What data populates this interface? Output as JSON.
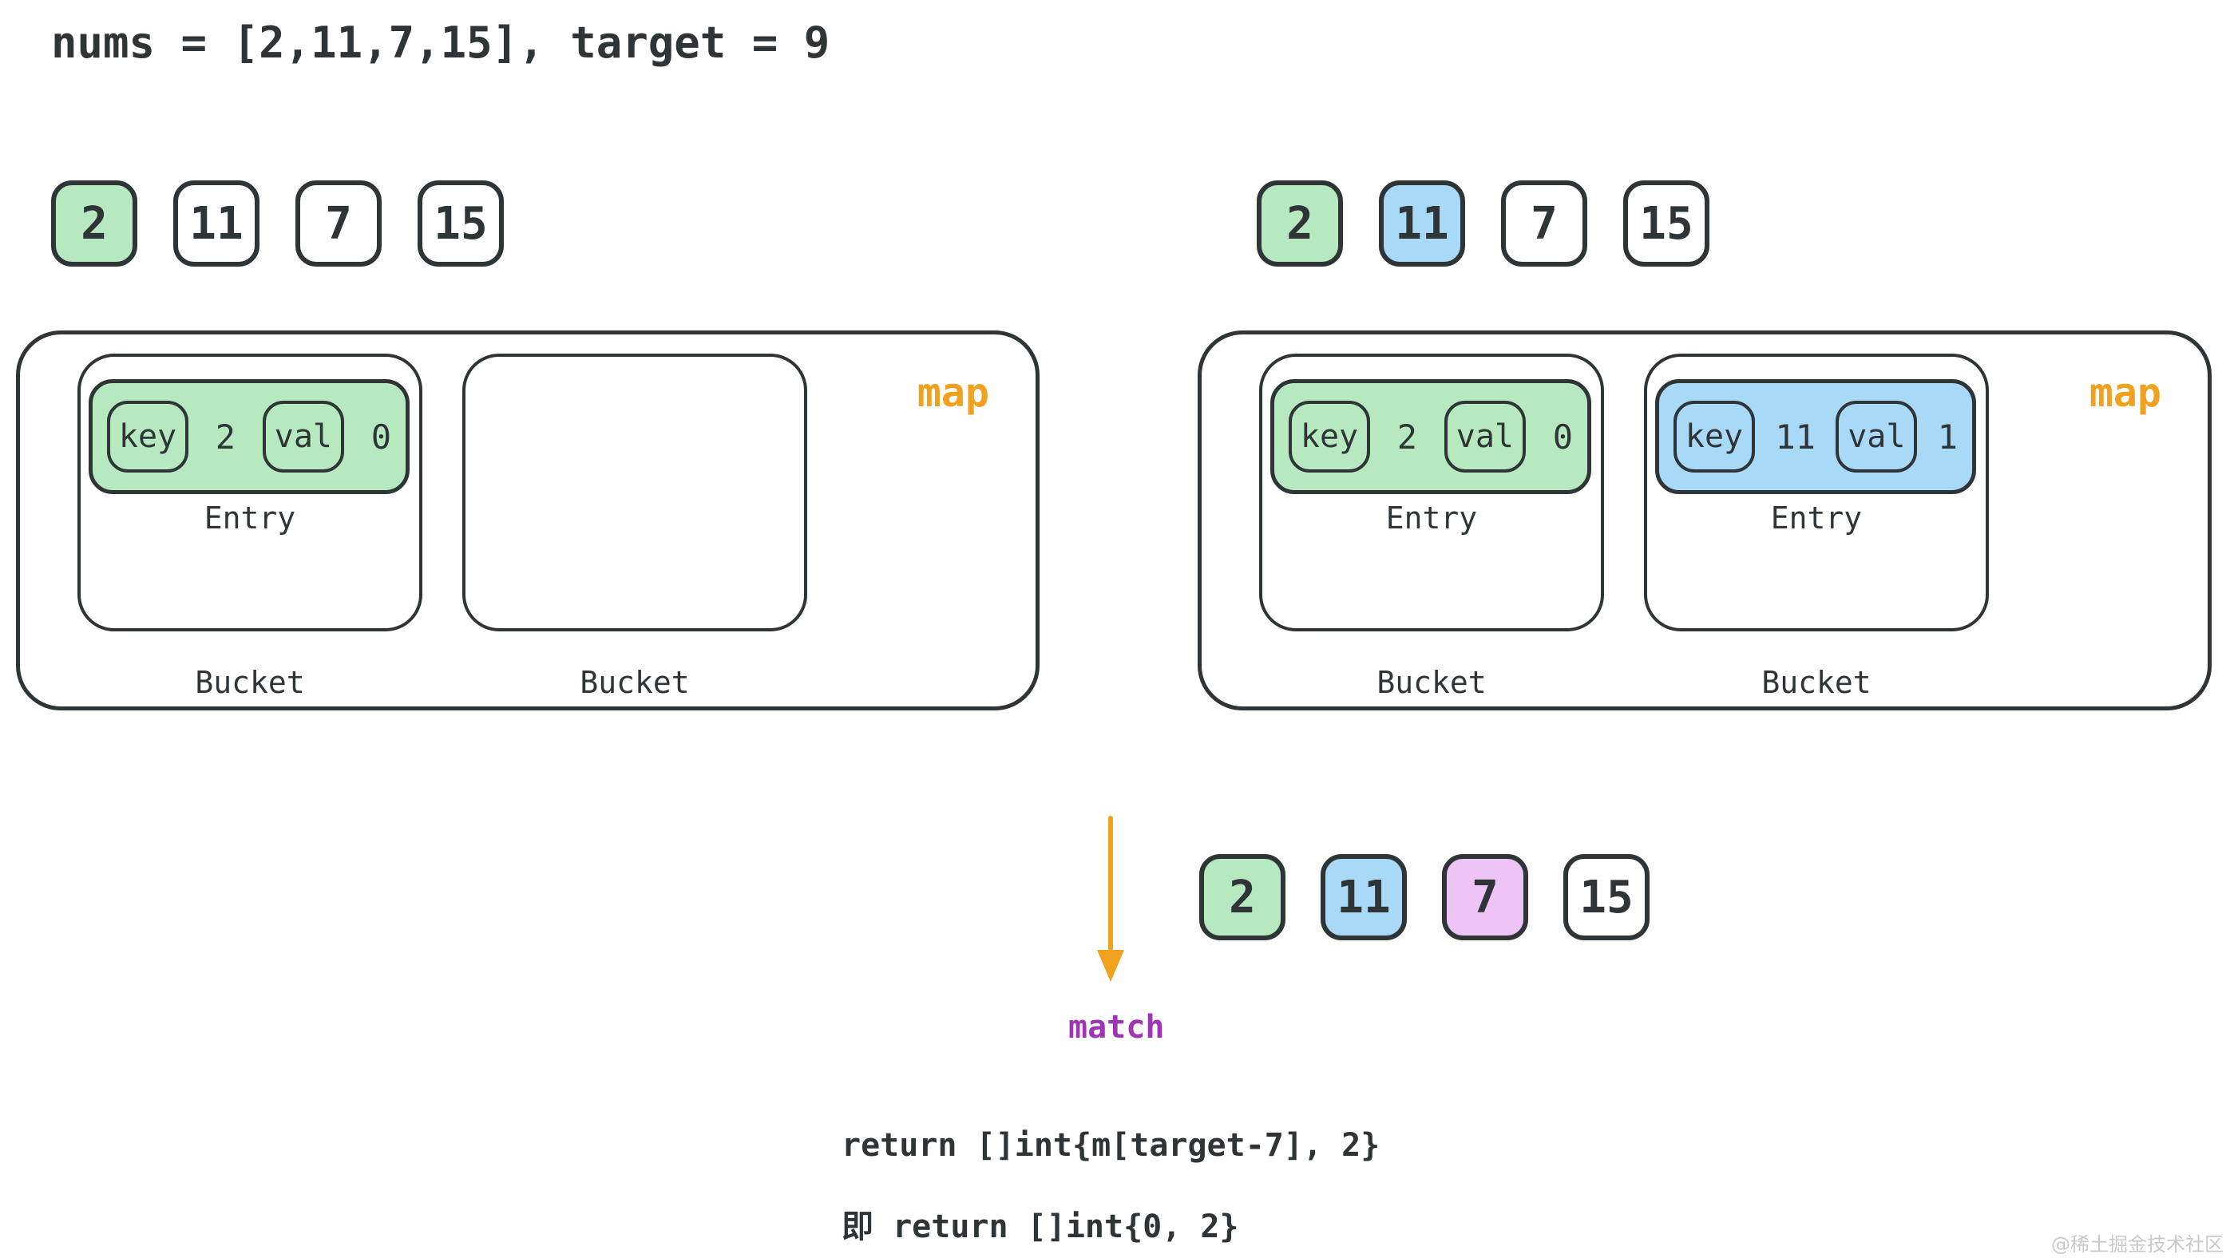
{
  "title": "nums = [2,11,7,15], target = 9",
  "maps": {
    "left": {
      "label": "map",
      "array": [
        {
          "v": "2",
          "c": "green"
        },
        {
          "v": "11",
          "c": "white"
        },
        {
          "v": "7",
          "c": "white"
        },
        {
          "v": "15",
          "c": "white"
        }
      ],
      "buckets": [
        {
          "label": "Bucket",
          "entry": {
            "label": "Entry",
            "color": "green",
            "key_label": "key",
            "key": "2",
            "val_label": "val",
            "val": "0"
          }
        },
        {
          "label": "Bucket"
        }
      ]
    },
    "right": {
      "label": "map",
      "array": [
        {
          "v": "2",
          "c": "green"
        },
        {
          "v": "11",
          "c": "blue"
        },
        {
          "v": "7",
          "c": "white"
        },
        {
          "v": "15",
          "c": "white"
        }
      ],
      "buckets": [
        {
          "label": "Bucket",
          "entry": {
            "label": "Entry",
            "color": "green",
            "key_label": "key",
            "key": "2",
            "val_label": "val",
            "val": "0"
          }
        },
        {
          "label": "Bucket",
          "entry": {
            "label": "Entry",
            "color": "blue",
            "key_label": "key",
            "key": "11",
            "val_label": "val",
            "val": "1"
          }
        }
      ]
    }
  },
  "bottom": {
    "array": [
      {
        "v": "2",
        "c": "green"
      },
      {
        "v": "11",
        "c": "blue"
      },
      {
        "v": "7",
        "c": "violet"
      },
      {
        "v": "15",
        "c": "white"
      }
    ],
    "match_label": "match",
    "code_line_1": "return []int{m[target-7], 2}",
    "code_line_2": "即 return []int{0, 2}"
  },
  "watermark": "@稀土掘金技术社区",
  "colors": {
    "ink": "#2f3437",
    "green": "#b7e9c0",
    "blue": "#a8daf8",
    "violet": "#eec3f5",
    "orange": "#f0a11d",
    "purple": "#9c36b5",
    "watermark_gray": "#c9c9c9"
  }
}
